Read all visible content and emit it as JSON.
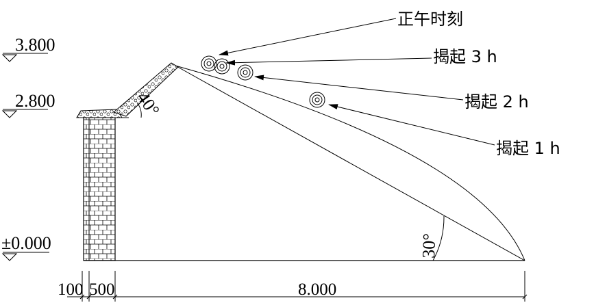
{
  "elevations": {
    "top": "3.800",
    "eave": "2.800",
    "ground": "±0.000"
  },
  "dimensions": {
    "d1": "100",
    "d2": "500",
    "span": "8.000"
  },
  "angles": {
    "roof": "40°",
    "front": "30°"
  },
  "callouts": {
    "noon": "正午时刻",
    "lift3": "揭起 3 h",
    "lift2": "揭起 2 h",
    "lift1": "揭起 1 h"
  },
  "colors": {
    "line": "#000000",
    "fill_light": "#e8e8e8",
    "background": "#ffffff"
  }
}
